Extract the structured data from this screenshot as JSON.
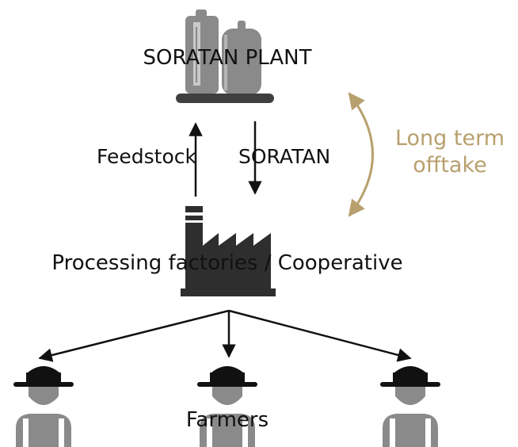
{
  "nodes": {
    "plant": "SORATAN PLANT",
    "processing": "Processing factories / Cooperative",
    "farmers": "Farmers"
  },
  "edges": {
    "feedstock": "Feedstock",
    "soratan": "SORATAN",
    "offtake": "Long term offtake"
  },
  "colors": {
    "icon_gray": "#7a7a7a",
    "icon_dark": "#3a3a3a",
    "accent": "#b8a06e",
    "black": "#111111"
  },
  "icons": {
    "plant": "industrial-plant-icon",
    "factory": "factory-icon",
    "farmer": "farmer-icon"
  }
}
